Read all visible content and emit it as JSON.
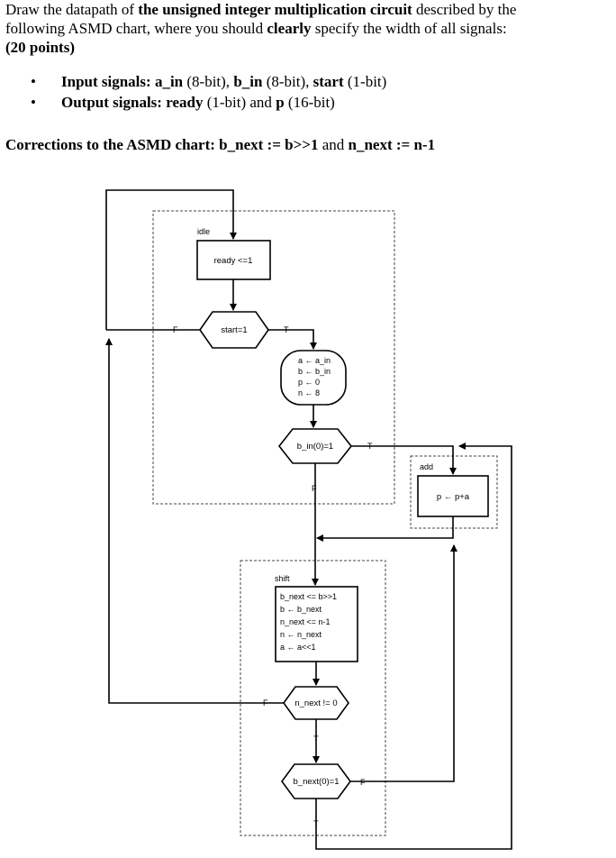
{
  "question": {
    "p1_a": "Draw the datapath of ",
    "p1_b": "the unsigned integer multiplication circuit",
    "p1_c": " described by the",
    "p2_a": "following ASMD chart, where you should ",
    "p2_b": "clearly",
    "p2_c": " specify the width of all signals:",
    "points": "(20 points)"
  },
  "bullets": {
    "in_label": "Input signals: ",
    "in_a": "a_in",
    "in_a_w": " (8-bit), ",
    "in_b": "b_in",
    "in_b_w": " (8-bit), ",
    "in_s": "start",
    "in_s_w": " (1-bit)",
    "out_label": "Output signals: ",
    "out_r": "ready",
    "out_r_w": " (1-bit) and ",
    "out_p": "p",
    "out_p_w": " (16-bit)"
  },
  "corrections": {
    "lead": "Corrections to the ASMD chart: ",
    "c1": "b_next := b>>1",
    "and": " and ",
    "c2": "n_next := n-1"
  },
  "diagram": {
    "states": {
      "idle": "idle",
      "add": "add",
      "shift": "shift"
    },
    "idle_box": "ready <=1",
    "d_start": "start=1",
    "init": [
      "a ← a_in",
      "b ← b_in",
      "p ← 0",
      "n ← 8"
    ],
    "d_bin": "b_in(0)=1",
    "add_box": "p ← p+a",
    "shift_box": [
      "b_next <= b>>1",
      "b ← b_next",
      "n_next <= n-1",
      "n ← n_next",
      "a ← a<<1"
    ],
    "d_n": "n_next != 0",
    "d_bnext": "b_next(0)=1",
    "edges": {
      "T": "T",
      "F": "F"
    }
  }
}
